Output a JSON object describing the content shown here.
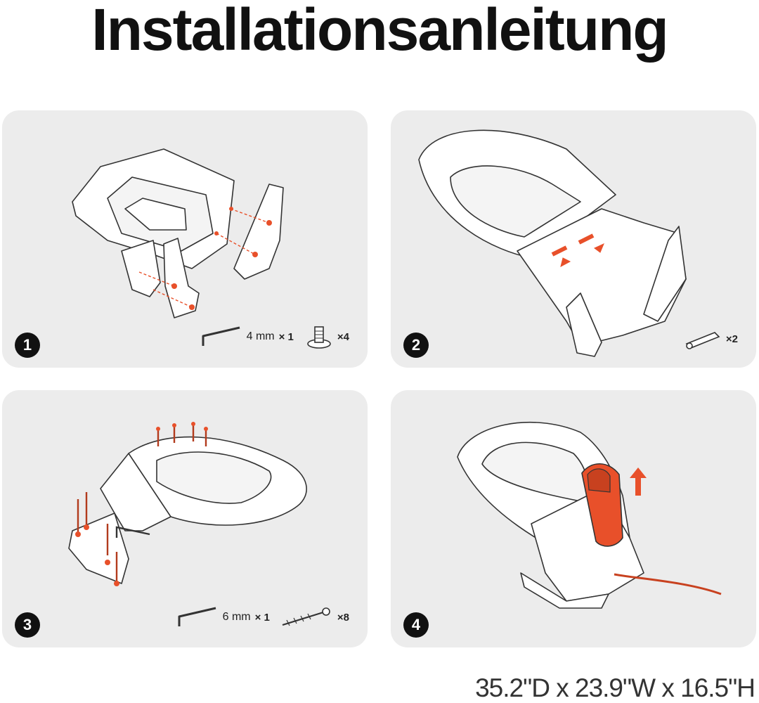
{
  "title": "Installationsanleitung",
  "steps": [
    {
      "number": "1",
      "parts": [
        {
          "icon": "hex-key-icon",
          "label": "4 mm",
          "qty": "× 1"
        },
        {
          "icon": "bolt-icon",
          "label": "",
          "qty": "×4"
        }
      ]
    },
    {
      "number": "2",
      "parts": [
        {
          "icon": "pin-icon",
          "label": "",
          "qty": "×2"
        }
      ]
    },
    {
      "number": "3",
      "parts": [
        {
          "icon": "hex-key-icon",
          "label": "6 mm",
          "qty": "× 1"
        },
        {
          "icon": "screw-icon",
          "label": "",
          "qty": "×8"
        }
      ]
    },
    {
      "number": "4",
      "parts": []
    }
  ],
  "dimensions": "35.2\"D x 23.9\"W x 16.5\"H",
  "colors": {
    "panel": "#ececec",
    "accent": "#e8502a",
    "badge": "#111111"
  }
}
